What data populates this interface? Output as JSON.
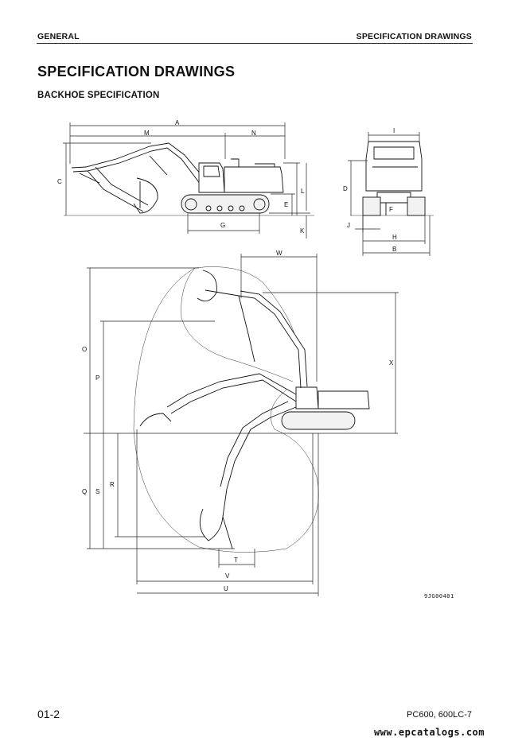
{
  "header": {
    "left": "GENERAL",
    "right": "SPECIFICATION DRAWINGS"
  },
  "title": "SPECIFICATION DRAWINGS",
  "subtitle": "BACKHOE SPECIFICATION",
  "dimension_labels": {
    "A": "A",
    "B": "B",
    "C": "C",
    "D": "D",
    "E": "E",
    "F": "F",
    "G": "G",
    "H": "H",
    "I": "I",
    "J": "J",
    "K": "K",
    "L": "L",
    "M": "M",
    "N": "N",
    "O": "O",
    "P": "P",
    "Q": "Q",
    "R": "R",
    "S": "S",
    "T": "T",
    "U": "U",
    "V": "V",
    "W": "W",
    "X": "X"
  },
  "figure_code": "9JG00401",
  "footer": {
    "page": "01-2",
    "model": "PC600, 600LC-7"
  },
  "watermark": "www.epcatalogs.com"
}
